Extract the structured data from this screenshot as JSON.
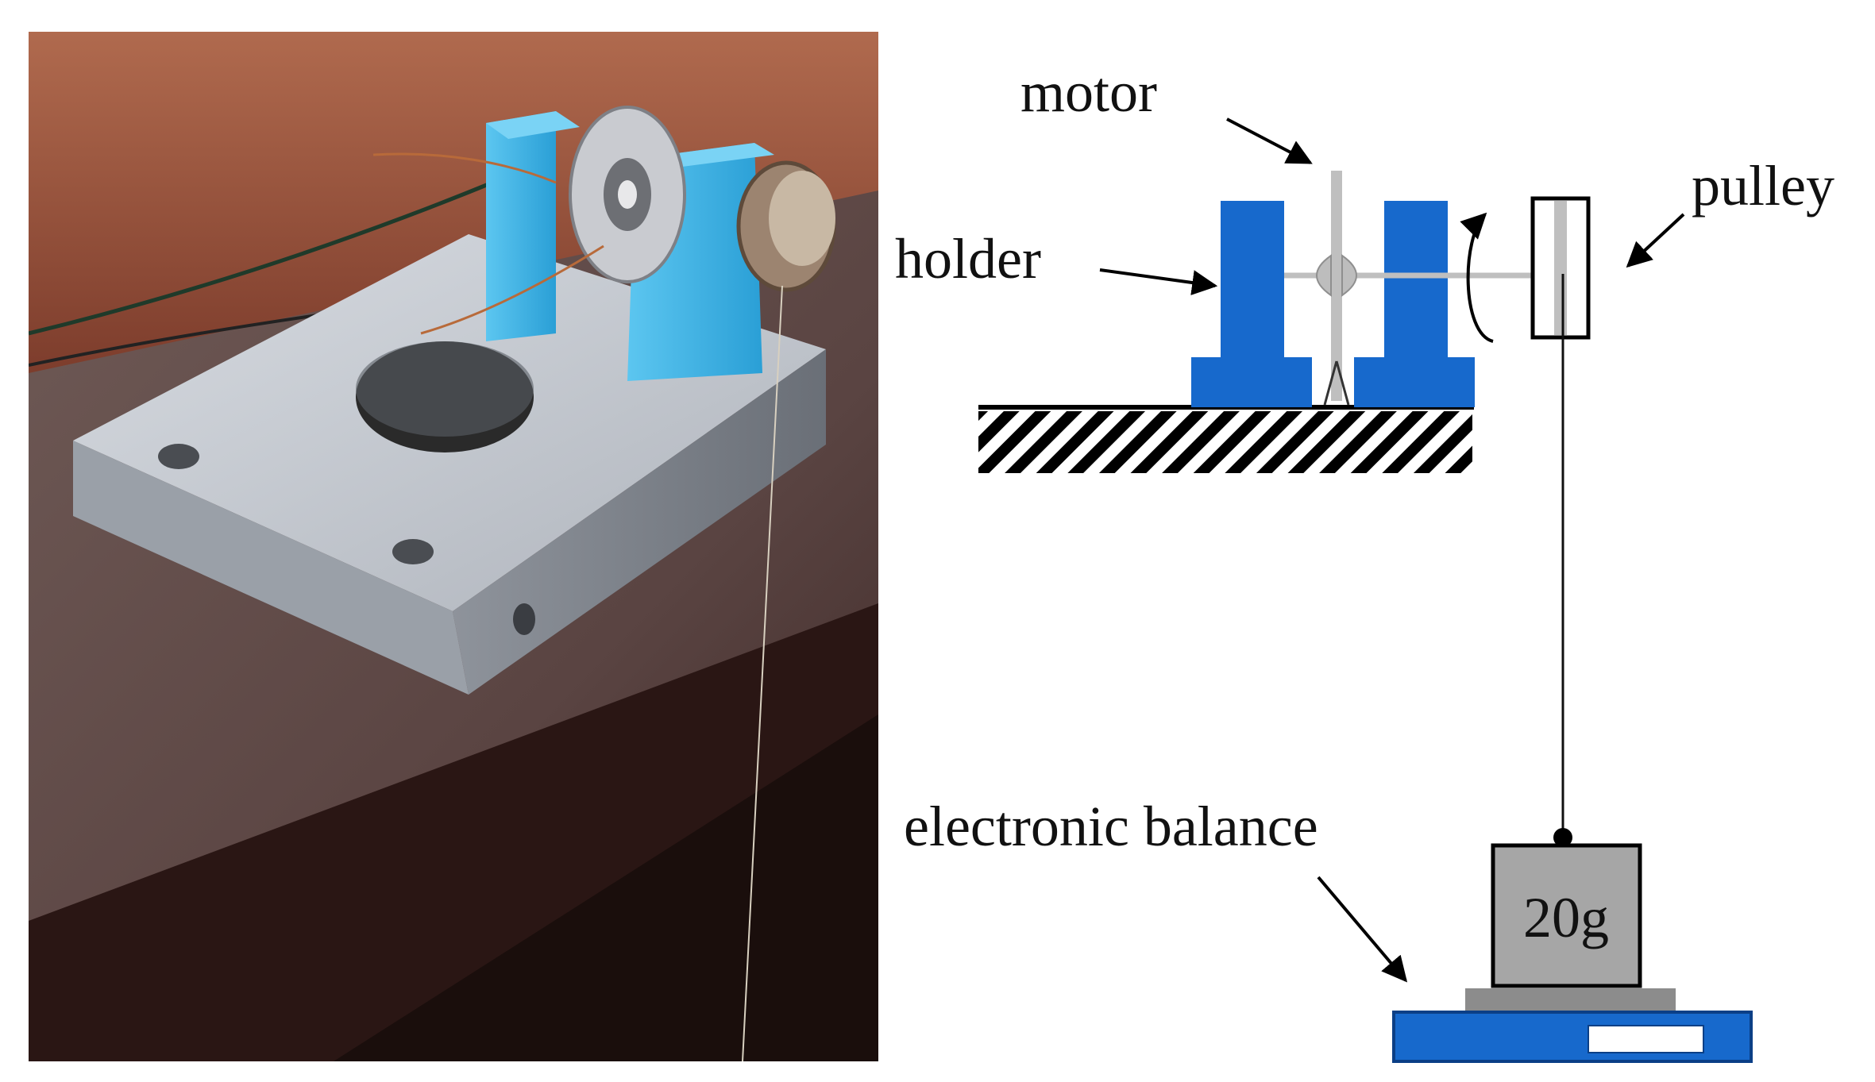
{
  "figure": {
    "labels": {
      "motor": "motor",
      "holder": "holder",
      "pulley": "pulley",
      "balance": "electronic balance",
      "weight": "20g"
    },
    "colors": {
      "holder_blue": "#1769CC",
      "shaft_gray": "#BFBFBF",
      "weight_gray": "#A6A6A6",
      "platform_gray": "#8C8C8C",
      "foam_blue": "#3FB6E8",
      "metal_block": "#C9CDD3",
      "desk_brown": "#7A3C2C",
      "hatch_black": "#000000"
    },
    "icons": {
      "rotation": "rotation-arrow-icon",
      "pointer": "pointer-arrow-icon"
    }
  }
}
